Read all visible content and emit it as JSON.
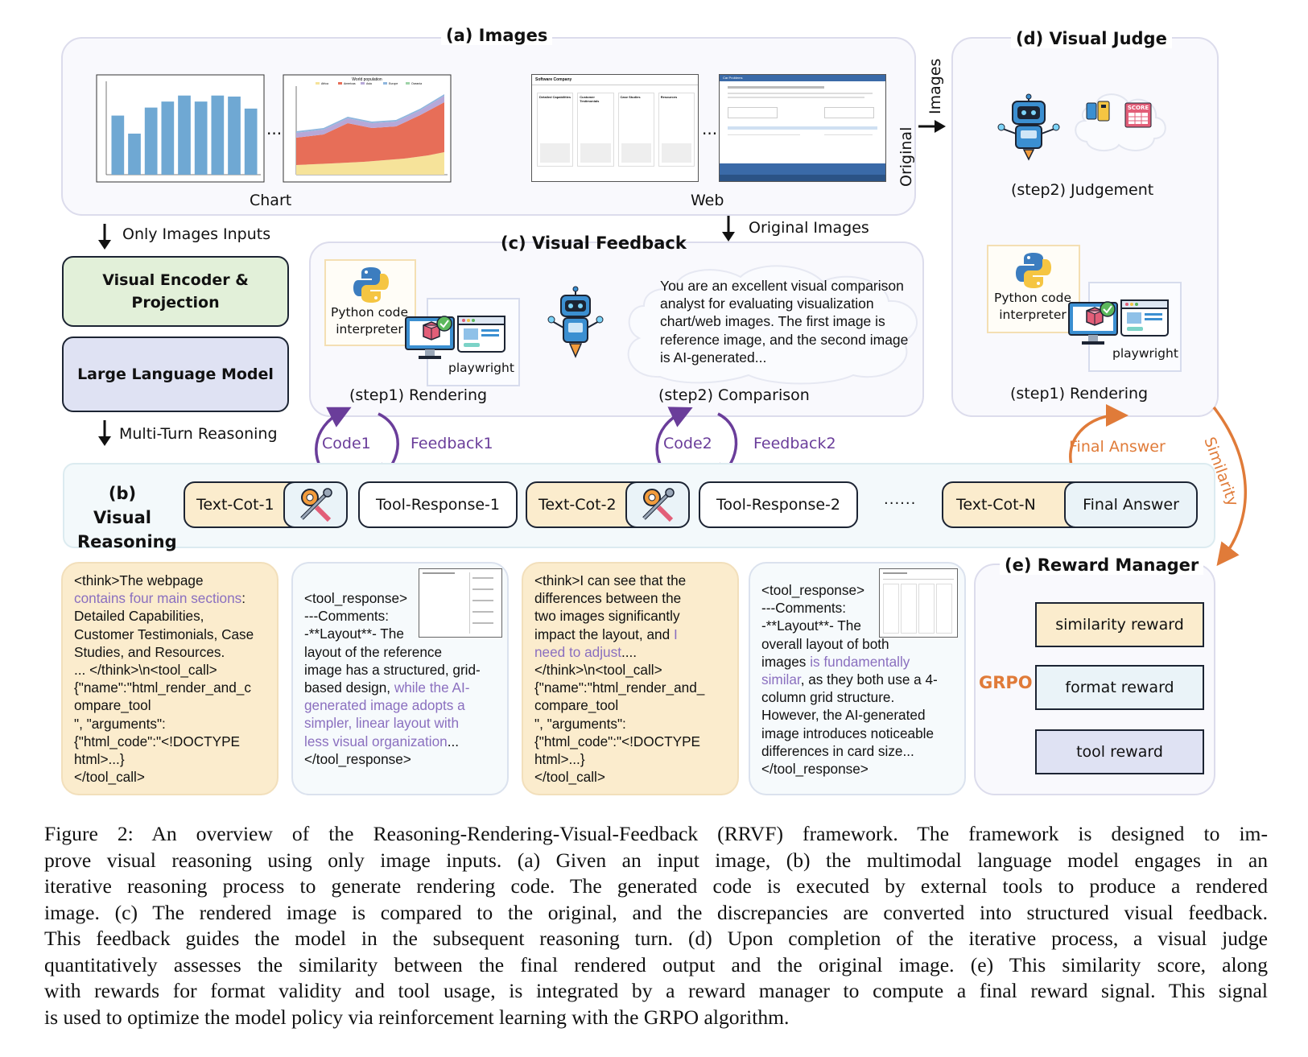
{
  "panels": {
    "images": "(a) Images",
    "visual_feedback": "(c) Visual Feedback",
    "visual_judge": "(d) Visual Judge",
    "visual_reasoning": "(b) Visual\nReasoning",
    "reward_manager": "(e) Reward Manager"
  },
  "images_panel": {
    "chart_label": "Chart",
    "web_label": "Web",
    "ellipsis": "...",
    "bar_chart_values": [
      5.9,
      4.1,
      6.7,
      7.3,
      7.9,
      7.3,
      7.9,
      7.8,
      6.6
    ],
    "area_chart_title": "World population",
    "area_chart_legend": [
      "Africa",
      "Americas",
      "Asia",
      "Europe",
      "Oceania"
    ],
    "web1_title": "Software Company",
    "web1_columns": [
      "Detailed Capabilities",
      "Customer Testimonials",
      "Case Studies",
      "Resources"
    ],
    "web2_title": "Car Problems"
  },
  "left_column": {
    "only_images_inputs": "Only Images Inputs",
    "visual_encoder": "Visual Encoder &\nProjection",
    "llm": "Large Language Model",
    "multi_turn": "Multi-Turn Reasoning"
  },
  "feedback_panel": {
    "original_images": "Original Images",
    "python_interpreter": "Python code\ninterpreter",
    "playwright": "playwright",
    "step1": "(step1) Rendering",
    "step2": "(step2) Comparison",
    "prompt_lines": [
      "You are an excellent visual comparison",
      "analyst for evaluating visualization",
      "chart/web images. The first image is",
      "reference image, and the second image",
      "is AI-generated..."
    ]
  },
  "judge_panel": {
    "side_label": "Original → Images",
    "side_top": "Images",
    "side_bottom": "Original",
    "step2": "(step2) Judgement",
    "python_interpreter": "Python code\ninterpreter",
    "playwright": "playwright",
    "step1": "(step1) Rendering",
    "score_text": "SCORE"
  },
  "arrows": {
    "code1": "Code1",
    "feedback1": "Feedback1",
    "code2": "Code2",
    "feedback2": "Feedback2",
    "final_answer": "Final Answer",
    "similarity": "Similarity"
  },
  "reasoning_row": {
    "text_cot_1": "Text-Cot-1",
    "tool_response_1": "Tool-Response-1",
    "text_cot_2": "Text-Cot-2",
    "tool_response_2": "Tool-Response-2",
    "dots": "······",
    "text_cot_n": "Text-Cot-N",
    "final_answer": "Final Answer"
  },
  "cards": {
    "card1": [
      [
        {
          "t": "<think>The webpage"
        }
      ],
      [
        {
          "t": "contains four main sections",
          "p": true
        },
        {
          "t": ":"
        }
      ],
      [
        {
          "t": "Detailed Capabilities,"
        }
      ],
      [
        {
          "t": "Customer Testimonials, Case"
        }
      ],
      [
        {
          "t": "Studies, and Resources."
        }
      ],
      [
        {
          "t": "... </think>\\n<tool_call>"
        }
      ],
      [
        {
          "t": "{\"name\":\"html_render_and_c"
        }
      ],
      [
        {
          "t": "ompare_tool"
        }
      ],
      [
        {
          "t": "\", \"arguments\":"
        }
      ],
      [
        {
          "t": "{\"html_code\":\"<!DOCTYPE"
        }
      ],
      [
        {
          "t": "html>...}"
        }
      ],
      [
        {
          "t": "</tool_call>"
        }
      ]
    ],
    "card2": [
      [
        {
          "t": "<tool_response>"
        }
      ],
      [
        {
          "t": "---Comments:"
        }
      ],
      [
        {
          "t": "-**Layout**- The"
        }
      ],
      [
        {
          "t": "layout of the reference"
        }
      ],
      [
        {
          "t": "image has a structured, grid-"
        }
      ],
      [
        {
          "t": "based design, "
        },
        {
          "t": "while the AI-",
          "p": true
        }
      ],
      [
        {
          "t": "generated image adopts a",
          "p": true
        }
      ],
      [
        {
          "t": "simpler, linear layout with",
          "p": true
        }
      ],
      [
        {
          "t": "less visual organization",
          "p": true
        },
        {
          "t": "..."
        }
      ],
      [
        {
          "t": "</tool_response>"
        }
      ]
    ],
    "card3": [
      [
        {
          "t": "<think>I can see that the"
        }
      ],
      [
        {
          "t": "differences between the"
        }
      ],
      [
        {
          "t": "two images significantly"
        }
      ],
      [
        {
          "t": "impact the layout, and "
        },
        {
          "t": "I",
          "p": true
        }
      ],
      [
        {
          "t": "need to adjust",
          "p": true
        },
        {
          "t": "...."
        }
      ],
      [
        {
          "t": "</think>\\n<tool_call>"
        }
      ],
      [
        {
          "t": "{\"name\":\"html_render_and_"
        }
      ],
      [
        {
          "t": "compare_tool"
        }
      ],
      [
        {
          "t": "\", \"arguments\":"
        }
      ],
      [
        {
          "t": "{\"html_code\":\"<!DOCTYPE"
        }
      ],
      [
        {
          "t": "html>...}"
        }
      ],
      [
        {
          "t": "</tool_call>"
        }
      ]
    ],
    "card4": [
      [
        {
          "t": "<tool_response>"
        }
      ],
      [
        {
          "t": "---Comments:"
        }
      ],
      [
        {
          "t": "-**Layout**- The"
        }
      ],
      [
        {
          "t": "overall layout of both"
        }
      ],
      [
        {
          "t": "images "
        },
        {
          "t": "is fundamentally",
          "p": true
        }
      ],
      [
        {
          "t": "similar",
          "p": true
        },
        {
          "t": ", as they both use a 4-"
        }
      ],
      [
        {
          "t": "column grid structure."
        }
      ],
      [
        {
          "t": "However, the AI-generated"
        }
      ],
      [
        {
          "t": "image introduces noticeable"
        }
      ],
      [
        {
          "t": "differences in card size..."
        }
      ],
      [
        {
          "t": "</tool_response>"
        }
      ]
    ]
  },
  "rewards": {
    "grpo": "GRPO",
    "similarity": "similarity reward",
    "format": "format reward",
    "tool": "tool reward"
  },
  "colors": {
    "purple_arrow": "#6a3d9a",
    "orange": "#e07b39",
    "tan": "#fbeccd",
    "green_box": "#e2f0d9",
    "lavender_box": "#dfe2f3",
    "light_blue_box": "#eaf3f8",
    "bar_blue": "#6fa8d3"
  },
  "caption_lines": [
    "Figure 2: An overview of the Reasoning-Rendering-Visual-Feedback (RRVF) framework. The framework is designed to im-",
    "prove visual reasoning using only image inputs. (a) Given an input image, (b) the multimodal language model engages in an",
    "iterative reasoning process to generate rendering code. The generated code is executed by external tools to produce a rendered",
    "image. (c) The rendered image is compared to the original, and the discrepancies are converted into structured visual feedback.",
    "This feedback guides the model in the subsequent reasoning turn. (d) Upon completion of the iterative process, a visual judge",
    "quantitatively assesses the similarity between the final rendered output and the original image. (e) This similarity score, along",
    "with rewards for format validity and tool usage, is integrated by a reward manager to compute a final reward signal. This signal",
    "is used to optimize the model policy via reinforcement learning with the GRPO algorithm."
  ]
}
